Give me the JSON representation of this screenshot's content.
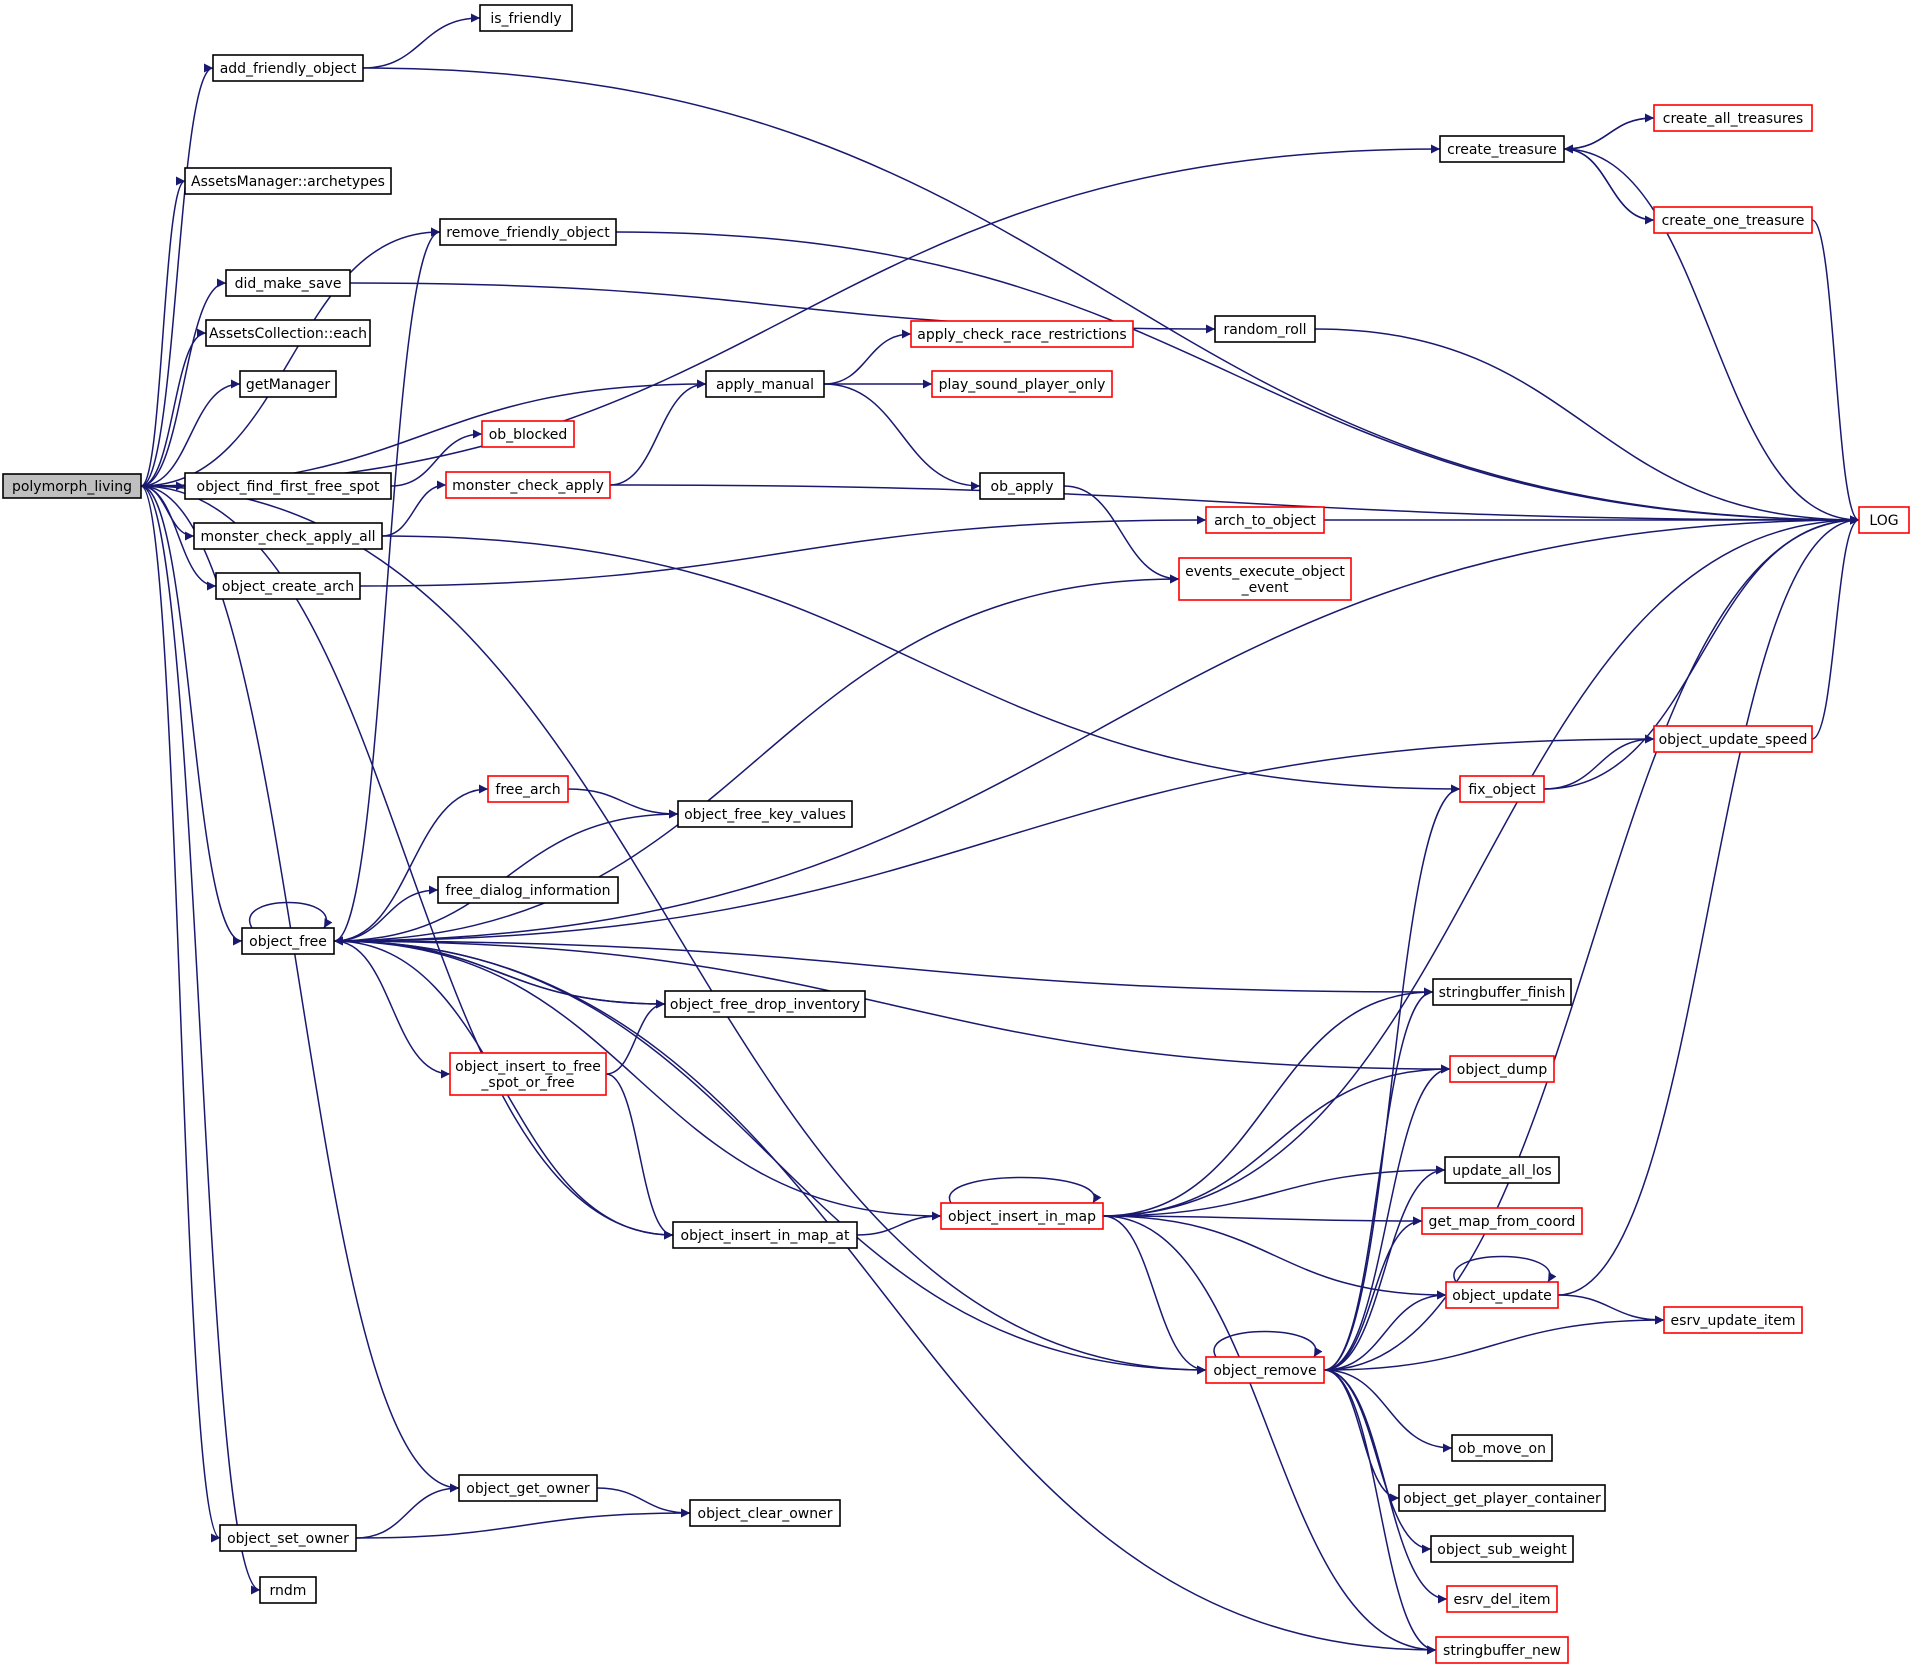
{
  "colors": {
    "edge": "#191970",
    "black_border": "#000000",
    "red_border": "#ff0000",
    "root_fill": "#bfbfbf",
    "node_fill": "#ffffff"
  },
  "nodes": [
    {
      "id": "polymorph_living",
      "label": "polymorph_living",
      "style": "root"
    },
    {
      "id": "add_friendly_object",
      "label": "add_friendly_object",
      "style": "black"
    },
    {
      "id": "is_friendly",
      "label": "is_friendly",
      "style": "black"
    },
    {
      "id": "AssetsManager_archetypes",
      "label": "AssetsManager::archetypes",
      "style": "black"
    },
    {
      "id": "remove_friendly_object",
      "label": "remove_friendly_object",
      "style": "black"
    },
    {
      "id": "did_make_save",
      "label": "did_make_save",
      "style": "black"
    },
    {
      "id": "AssetsCollection_each",
      "label": "AssetsCollection::each",
      "style": "black"
    },
    {
      "id": "getManager",
      "label": "getManager",
      "style": "black"
    },
    {
      "id": "object_find_first_free_spot",
      "label": "object_find_first_free_spot",
      "style": "black"
    },
    {
      "id": "monster_check_apply_all",
      "label": "monster_check_apply_all",
      "style": "black"
    },
    {
      "id": "object_create_arch",
      "label": "object_create_arch",
      "style": "black"
    },
    {
      "id": "object_free",
      "label": "object_free",
      "style": "black"
    },
    {
      "id": "object_get_owner",
      "label": "object_get_owner",
      "style": "black"
    },
    {
      "id": "object_set_owner",
      "label": "object_set_owner",
      "style": "black"
    },
    {
      "id": "rndm",
      "label": "rndm",
      "style": "black"
    },
    {
      "id": "ob_blocked",
      "label": "ob_blocked",
      "style": "red"
    },
    {
      "id": "monster_check_apply",
      "label": "monster_check_apply",
      "style": "red"
    },
    {
      "id": "free_arch",
      "label": "free_arch",
      "style": "red"
    },
    {
      "id": "object_insert_to_free_spot_or_free",
      "label": [
        "object_insert_to_free",
        "_spot_or_free"
      ],
      "style": "red"
    },
    {
      "id": "free_dialog_information",
      "label": "free_dialog_information",
      "style": "black"
    },
    {
      "id": "apply_manual",
      "label": "apply_manual",
      "style": "black"
    },
    {
      "id": "object_free_key_values",
      "label": "object_free_key_values",
      "style": "black"
    },
    {
      "id": "object_free_drop_inventory",
      "label": "object_free_drop_inventory",
      "style": "black"
    },
    {
      "id": "object_insert_in_map_at",
      "label": "object_insert_in_map_at",
      "style": "black"
    },
    {
      "id": "object_clear_owner",
      "label": "object_clear_owner",
      "style": "black"
    },
    {
      "id": "apply_check_race_restrictions",
      "label": "apply_check_race_restrictions",
      "style": "red"
    },
    {
      "id": "play_sound_player_only",
      "label": "play_sound_player_only",
      "style": "red"
    },
    {
      "id": "ob_apply",
      "label": "ob_apply",
      "style": "black"
    },
    {
      "id": "object_insert_in_map",
      "label": "object_insert_in_map",
      "style": "red"
    },
    {
      "id": "arch_to_object",
      "label": "arch_to_object",
      "style": "red"
    },
    {
      "id": "events_execute_object_event",
      "label": [
        "events_execute_object",
        "_event"
      ],
      "style": "red"
    },
    {
      "id": "object_remove",
      "label": "object_remove",
      "style": "red"
    },
    {
      "id": "random_roll",
      "label": "random_roll",
      "style": "black"
    },
    {
      "id": "create_treasure",
      "label": "create_treasure",
      "style": "black"
    },
    {
      "id": "fix_object",
      "label": "fix_object",
      "style": "red"
    },
    {
      "id": "stringbuffer_finish",
      "label": "stringbuffer_finish",
      "style": "black"
    },
    {
      "id": "object_dump",
      "label": "object_dump",
      "style": "red"
    },
    {
      "id": "update_all_los",
      "label": "update_all_los",
      "style": "black"
    },
    {
      "id": "get_map_from_coord",
      "label": "get_map_from_coord",
      "style": "red"
    },
    {
      "id": "object_update",
      "label": "object_update",
      "style": "red"
    },
    {
      "id": "ob_move_on",
      "label": "ob_move_on",
      "style": "black"
    },
    {
      "id": "object_get_player_container",
      "label": "object_get_player_container",
      "style": "black"
    },
    {
      "id": "object_sub_weight",
      "label": "object_sub_weight",
      "style": "black"
    },
    {
      "id": "esrv_del_item",
      "label": "esrv_del_item",
      "style": "red"
    },
    {
      "id": "stringbuffer_new",
      "label": "stringbuffer_new",
      "style": "red"
    },
    {
      "id": "create_all_treasures",
      "label": "create_all_treasures",
      "style": "red"
    },
    {
      "id": "create_one_treasure",
      "label": "create_one_treasure",
      "style": "red"
    },
    {
      "id": "object_update_speed",
      "label": "object_update_speed",
      "style": "red"
    },
    {
      "id": "esrv_update_item",
      "label": "esrv_update_item",
      "style": "red"
    },
    {
      "id": "LOG",
      "label": "LOG",
      "style": "red"
    }
  ],
  "edges": [
    [
      "polymorph_living",
      "add_friendly_object"
    ],
    [
      "polymorph_living",
      "create_treasure"
    ],
    [
      "polymorph_living",
      "AssetsManager_archetypes"
    ],
    [
      "polymorph_living",
      "remove_friendly_object"
    ],
    [
      "polymorph_living",
      "did_make_save"
    ],
    [
      "polymorph_living",
      "AssetsCollection_each"
    ],
    [
      "polymorph_living",
      "getManager"
    ],
    [
      "polymorph_living",
      "apply_manual"
    ],
    [
      "polymorph_living",
      "object_find_first_free_spot"
    ],
    [
      "polymorph_living",
      "monster_check_apply_all"
    ],
    [
      "polymorph_living",
      "object_create_arch"
    ],
    [
      "polymorph_living",
      "object_free"
    ],
    [
      "polymorph_living",
      "object_insert_in_map_at"
    ],
    [
      "polymorph_living",
      "object_remove"
    ],
    [
      "polymorph_living",
      "object_get_owner"
    ],
    [
      "polymorph_living",
      "object_set_owner"
    ],
    [
      "polymorph_living",
      "rndm"
    ],
    [
      "add_friendly_object",
      "is_friendly"
    ],
    [
      "add_friendly_object",
      "LOG"
    ],
    [
      "remove_friendly_object",
      "LOG"
    ],
    [
      "did_make_save",
      "random_roll"
    ],
    [
      "random_roll",
      "LOG"
    ],
    [
      "object_find_first_free_spot",
      "ob_blocked"
    ],
    [
      "monster_check_apply_all",
      "monster_check_apply"
    ],
    [
      "monster_check_apply_all",
      "fix_object"
    ],
    [
      "monster_check_apply",
      "apply_manual"
    ],
    [
      "monster_check_apply",
      "LOG"
    ],
    [
      "apply_manual",
      "apply_check_race_restrictions"
    ],
    [
      "apply_manual",
      "play_sound_player_only"
    ],
    [
      "apply_manual",
      "ob_apply"
    ],
    [
      "ob_apply",
      "events_execute_object_event"
    ],
    [
      "object_create_arch",
      "arch_to_object"
    ],
    [
      "arch_to_object",
      "LOG"
    ],
    [
      "create_treasure",
      "create_all_treasures"
    ],
    [
      "create_all_treasures",
      "create_treasure"
    ],
    [
      "create_treasure",
      "create_one_treasure"
    ],
    [
      "create_one_treasure",
      "create_treasure"
    ],
    [
      "create_treasure",
      "LOG"
    ],
    [
      "create_one_treasure",
      "LOG"
    ],
    [
      "fix_object",
      "object_update_speed"
    ],
    [
      "fix_object",
      "LOG"
    ],
    [
      "object_update_speed",
      "LOG"
    ],
    [
      "object_free",
      "object_free"
    ],
    [
      "object_free",
      "remove_friendly_object"
    ],
    [
      "object_free",
      "events_execute_object_event"
    ],
    [
      "object_free",
      "LOG"
    ],
    [
      "object_free",
      "object_update_speed"
    ],
    [
      "object_free",
      "free_arch"
    ],
    [
      "free_arch",
      "object_free_key_values"
    ],
    [
      "object_free",
      "object_free_key_values"
    ],
    [
      "object_free",
      "free_dialog_information"
    ],
    [
      "object_free",
      "object_free_drop_inventory"
    ],
    [
      "object_free_drop_inventory",
      "object_free"
    ],
    [
      "stringbuffer_finish",
      "object_free"
    ],
    [
      "object_free",
      "object_insert_to_free_spot_or_free"
    ],
    [
      "object_insert_to_free_spot_or_free",
      "object_free_drop_inventory"
    ],
    [
      "object_insert_to_free_spot_or_free",
      "object_insert_in_map_at"
    ],
    [
      "object_free",
      "object_dump"
    ],
    [
      "object_insert_in_map",
      "object_free"
    ],
    [
      "object_free",
      "object_insert_in_map_at"
    ],
    [
      "object_free",
      "object_remove"
    ],
    [
      "object_free",
      "stringbuffer_new"
    ],
    [
      "object_insert_in_map_at",
      "object_insert_in_map"
    ],
    [
      "object_insert_in_map",
      "object_insert_in_map"
    ],
    [
      "object_insert_in_map",
      "stringbuffer_finish"
    ],
    [
      "object_insert_in_map",
      "object_dump"
    ],
    [
      "object_insert_in_map",
      "LOG"
    ],
    [
      "object_insert_in_map",
      "update_all_los"
    ],
    [
      "object_insert_in_map",
      "get_map_from_coord"
    ],
    [
      "object_insert_in_map",
      "object_update"
    ],
    [
      "object_insert_in_map",
      "object_remove"
    ],
    [
      "object_insert_in_map",
      "stringbuffer_new"
    ],
    [
      "object_remove",
      "object_remove"
    ],
    [
      "object_remove",
      "fix_object"
    ],
    [
      "object_remove",
      "stringbuffer_finish"
    ],
    [
      "object_remove",
      "object_dump"
    ],
    [
      "object_remove",
      "update_all_los"
    ],
    [
      "object_remove",
      "get_map_from_coord"
    ],
    [
      "object_remove",
      "object_update"
    ],
    [
      "object_remove",
      "esrv_update_item"
    ],
    [
      "object_remove",
      "LOG"
    ],
    [
      "object_remove",
      "ob_move_on"
    ],
    [
      "object_remove",
      "object_get_player_container"
    ],
    [
      "object_remove",
      "object_sub_weight"
    ],
    [
      "object_remove",
      "esrv_del_item"
    ],
    [
      "object_remove",
      "stringbuffer_new"
    ],
    [
      "object_update",
      "object_update"
    ],
    [
      "object_update",
      "esrv_update_item"
    ],
    [
      "object_update",
      "LOG"
    ],
    [
      "object_get_owner",
      "object_clear_owner"
    ],
    [
      "object_set_owner",
      "object_get_owner"
    ],
    [
      "object_set_owner",
      "object_clear_owner"
    ]
  ]
}
